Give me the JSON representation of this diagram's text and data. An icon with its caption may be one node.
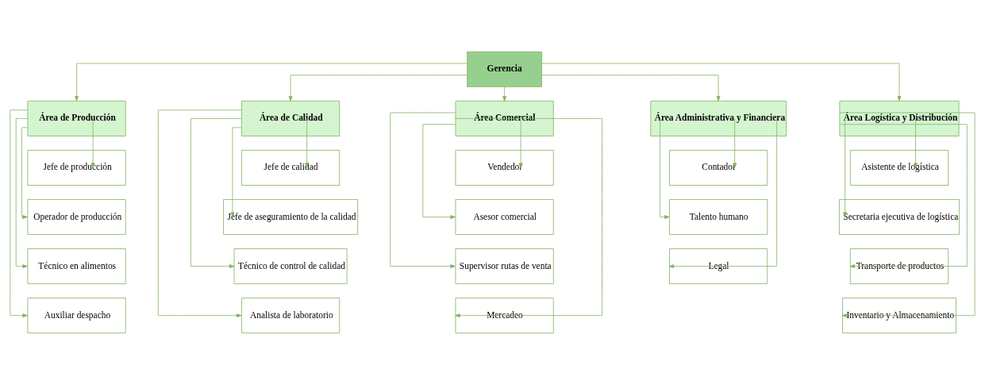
{
  "diagram": {
    "nodes": [
      {
        "text": [
          "Gerencia"
        ]
      },
      {
        "text": [
          "Área de Producción"
        ]
      },
      {
        "text": [
          "Jefe de producción"
        ]
      },
      {
        "text": [
          "Operador de producción"
        ]
      },
      {
        "text": [
          "Técnico en alimentos"
        ]
      },
      {
        "text": [
          "Auxiliar despacho"
        ]
      },
      {
        "text": [
          "Área de Calidad"
        ]
      },
      {
        "text": [
          "Jefe de calidad"
        ]
      },
      {
        "text": [
          "Jefe de aseguramiento de la calidad"
        ]
      },
      {
        "text": [
          "Técnico de control de calidad"
        ]
      },
      {
        "text": [
          "Analista de laboratorio"
        ]
      },
      {
        "text": [
          "Área Comercial"
        ]
      },
      {
        "text": [
          "Vendedor"
        ]
      },
      {
        "text": [
          "Asesor comercial"
        ]
      },
      {
        "text": [
          "Supervisor rutas de venta"
        ]
      },
      {
        "text": [
          "Mercadeo"
        ]
      },
      {
        "text": [
          "Área Administrativa y Financiera"
        ]
      },
      {
        "text": [
          "Contador"
        ]
      },
      {
        "text": [
          "Talento humano"
        ]
      },
      {
        "text": [
          "Legal"
        ]
      },
      {
        "text": [
          "Área Logística y Distribución"
        ]
      },
      {
        "text": [
          "Asistente de logística"
        ]
      },
      {
        "text": [
          "Secretaria ejecutiva de logística"
        ]
      },
      {
        "text": [
          "Transporte de productos"
        ]
      },
      {
        "text": [
          "Inventario y Almacenamiento"
        ]
      }
    ],
    "edges": [
      {
        "from": 0,
        "to": 1,
        "arrow": "to"
      },
      {
        "from": 0,
        "to": 6,
        "arrow": "to"
      },
      {
        "from": 0,
        "to": 11,
        "arrow": "to"
      },
      {
        "from": 0,
        "to": 16,
        "arrow": "to"
      },
      {
        "from": 0,
        "to": 20,
        "arrow": "to"
      },
      {
        "from": 1,
        "to": 2,
        "arrow": "to"
      },
      {
        "from": 1,
        "to": 3,
        "arrow": "to"
      },
      {
        "from": 1,
        "to": 4,
        "arrow": "to"
      },
      {
        "from": 1,
        "to": 5,
        "arrow": "to"
      },
      {
        "from": 6,
        "to": 7,
        "arrow": "to"
      },
      {
        "from": 6,
        "to": 8,
        "arrow": "to"
      },
      {
        "from": 6,
        "to": 9,
        "arrow": "to"
      },
      {
        "from": 6,
        "to": 10,
        "arrow": "to"
      },
      {
        "from": 11,
        "to": 12,
        "arrow": "to"
      },
      {
        "from": 11,
        "to": 13,
        "arrow": "to"
      },
      {
        "from": 11,
        "to": 14,
        "arrow": "to"
      },
      {
        "from": 11,
        "to": 15,
        "arrow": "to"
      },
      {
        "from": 16,
        "to": 17,
        "arrow": "to"
      },
      {
        "from": 16,
        "to": 18,
        "arrow": "to"
      },
      {
        "from": 16,
        "to": 19,
        "arrow": "to"
      },
      {
        "from": 20,
        "to": 21,
        "arrow": "to"
      },
      {
        "from": 20,
        "to": 22,
        "arrow": "to"
      },
      {
        "from": 20,
        "to": 23,
        "arrow": "to"
      },
      {
        "from": 20,
        "to": 24,
        "arrow": "to"
      }
    ]
  }
}
